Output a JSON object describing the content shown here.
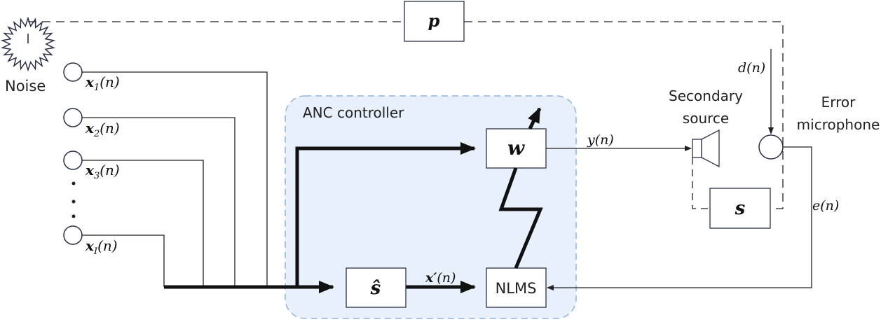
{
  "diagram": {
    "title": "Multichannel ANC system block diagram",
    "colors": {
      "line": "#222222",
      "box_stroke": "#2b2f45",
      "controller_fill": "#e8f0fb",
      "controller_border": "#8fb4e0"
    },
    "noise": {
      "label": "Noise",
      "icon": "noise-burst-icon"
    },
    "primary_path": {
      "label": "p"
    },
    "reference_mics": [
      {
        "label": "x",
        "sub": "1",
        "arg": "(n)"
      },
      {
        "label": "x",
        "sub": "2",
        "arg": "(n)"
      },
      {
        "label": "x",
        "sub": "3",
        "arg": "(n)"
      },
      {
        "label": "x",
        "sub": "I",
        "arg": "(n)"
      }
    ],
    "ellipsis": "⋮",
    "controller": {
      "title": "ANC controller",
      "w_block": "w",
      "s_hat_block": "ŝ",
      "nlms_block": "NLMS",
      "filtered_ref": {
        "label": "x′",
        "arg": "(n)"
      }
    },
    "signals": {
      "y": "y(n)",
      "d": "d(n)",
      "e": "e(n)"
    },
    "secondary_source": {
      "line1": "Secondary",
      "line2": "source",
      "icon": "loudspeaker-icon"
    },
    "secondary_path": {
      "label": "s"
    },
    "error_mic": {
      "line1": "Error",
      "line2": "microphone",
      "icon": "microphone-icon"
    }
  }
}
